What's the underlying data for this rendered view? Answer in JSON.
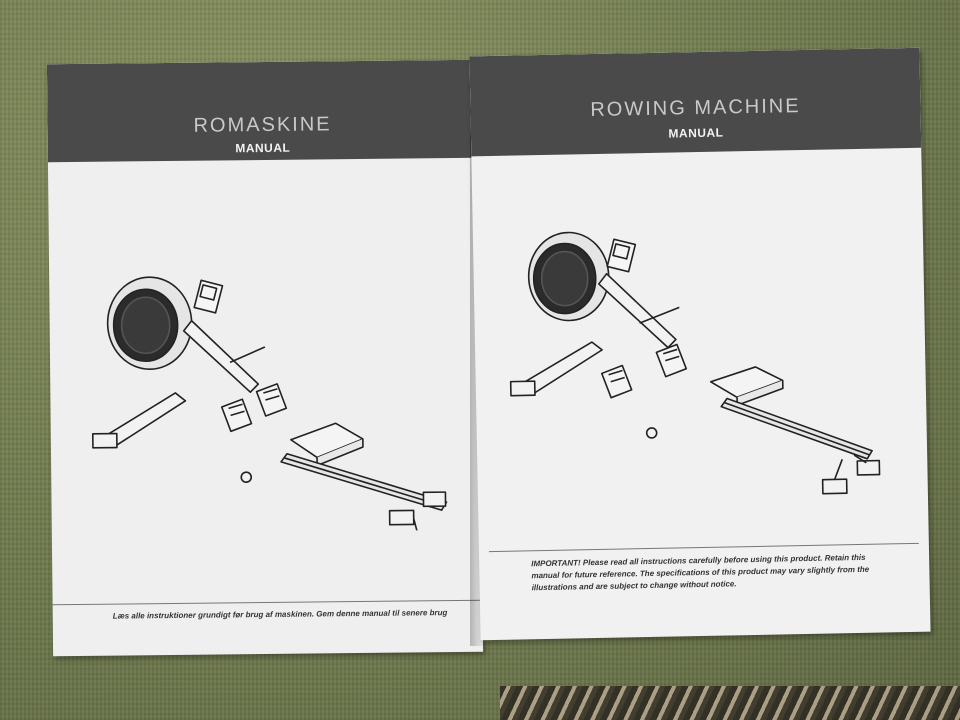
{
  "scene": {
    "background_color": "#6f7a4f",
    "header_band_color": "#4a4a4b"
  },
  "left_manual": {
    "title": "ROMASKINE",
    "subtitle": "MANUAL",
    "footnote": "Læs alle instruktioner grundigt før brug af maskinen. Gem denne manual til senere brug",
    "illustration": "rowing-machine-illustration"
  },
  "right_manual": {
    "title": "ROWING MACHINE",
    "subtitle": "MANUAL",
    "footnote": "IMPORTANT! Please read all instructions carefully before using this product. Retain this manual for future reference. The specifications of this product may vary slightly from the illustrations and are subject to change without notice.",
    "illustration": "rowing-machine-illustration"
  }
}
